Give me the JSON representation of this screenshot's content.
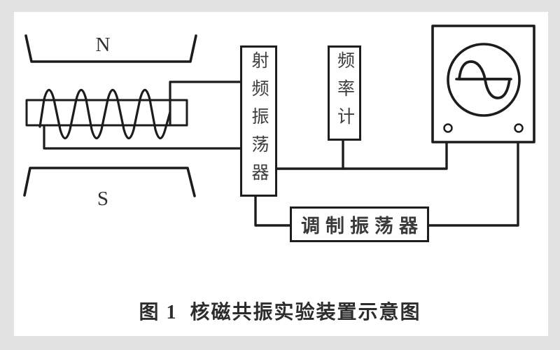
{
  "figure": {
    "caption": "图 1  核磁共振实验装置示意图",
    "labels": {
      "north_pole": "N",
      "south_pole": "S",
      "rf_oscillator": "射频振荡器",
      "frequency_counter": "频率计",
      "modulation_oscillator": "调制振荡器"
    },
    "components": {
      "oscilloscope": "oscilloscope with sine-wave screen and two terminals",
      "coil": "sample coil between magnet poles"
    },
    "colors": {
      "background": "#e2e2e2",
      "panel": "#ffffff",
      "line": "#1c1c1c",
      "text": "#3a3a3a"
    }
  }
}
